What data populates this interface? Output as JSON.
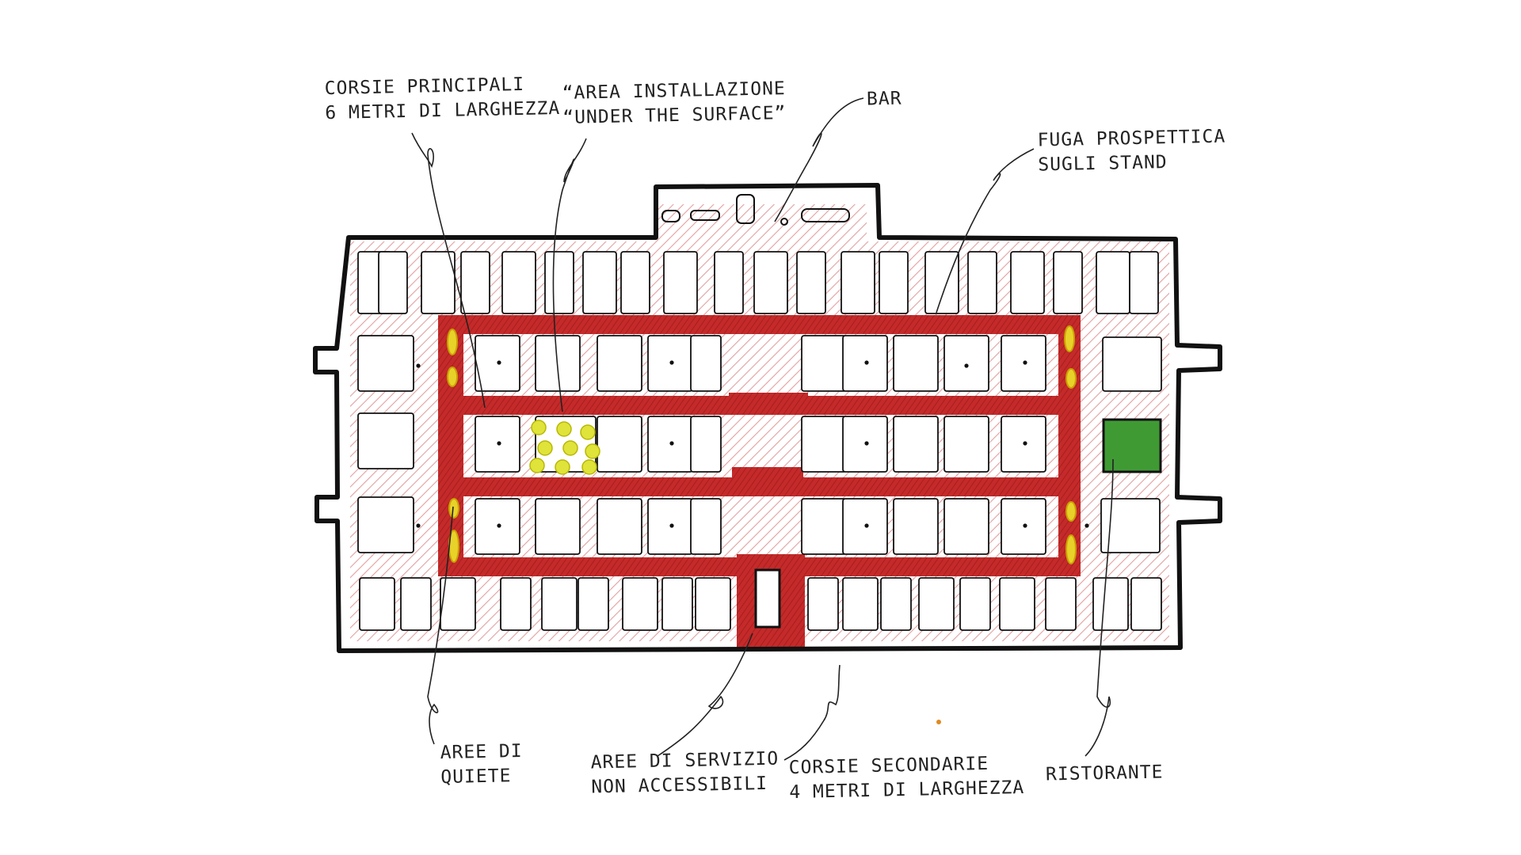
{
  "annotations": {
    "corsie_principali": {
      "line1": "CORSIE PRINCIPALI",
      "line2": "6 METRI DI LARGHEZZA"
    },
    "area_installazione": {
      "line1": "“AREA INSTALLAZIONE",
      "line2": "“UNDER THE SURFACE”"
    },
    "bar": {
      "line1": "BAR"
    },
    "fuga_prospettica": {
      "line1": "FUGA PROSPETTICA",
      "line2": "SUGLI STAND"
    },
    "aree_quiete": {
      "line1": "AREE DI",
      "line2": "QUIETE"
    },
    "aree_servizio": {
      "line1": "AREE DI SERVIZIO",
      "line2": "NON ACCESSIBILI"
    },
    "corsie_secondarie": {
      "line1": "CORSIE SECONDARIE",
      "line2": "4 METRI DI LARGHEZZA"
    },
    "ristorante": {
      "line1": "RISTORANTE"
    }
  },
  "colors": {
    "ink": "#111111",
    "main_aisle_red": "#c42a2a",
    "secondary_aisle_hatch": "#e3a0a0",
    "quiet_area_yellow": "#e8d22a",
    "installation_yellow": "#dfe33a",
    "restaurant_green": "#3f9a34"
  }
}
